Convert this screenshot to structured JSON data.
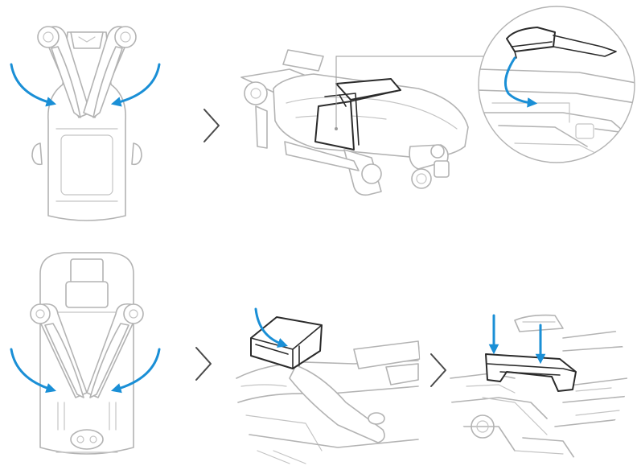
{
  "colors": {
    "background": "#ffffff",
    "drone_outline": "#b3b3b3",
    "accessory_outline": "#2b2b2b",
    "arrow": "#1a8fd6",
    "separator": "#4a4a4a"
  },
  "steps": [
    {
      "id": "fold-front-arms",
      "arrow_count": 2
    },
    {
      "id": "attach-strap",
      "arrow_count": 1
    },
    {
      "id": "fold-rear-arms",
      "arrow_count": 2
    },
    {
      "id": "place-gimbal-cover",
      "arrow_count": 1
    },
    {
      "id": "press-gimbal-cover",
      "arrow_count": 2
    }
  ],
  "separators": [
    "chevron-right-icon",
    "chevron-right-icon",
    "chevron-right-icon"
  ]
}
